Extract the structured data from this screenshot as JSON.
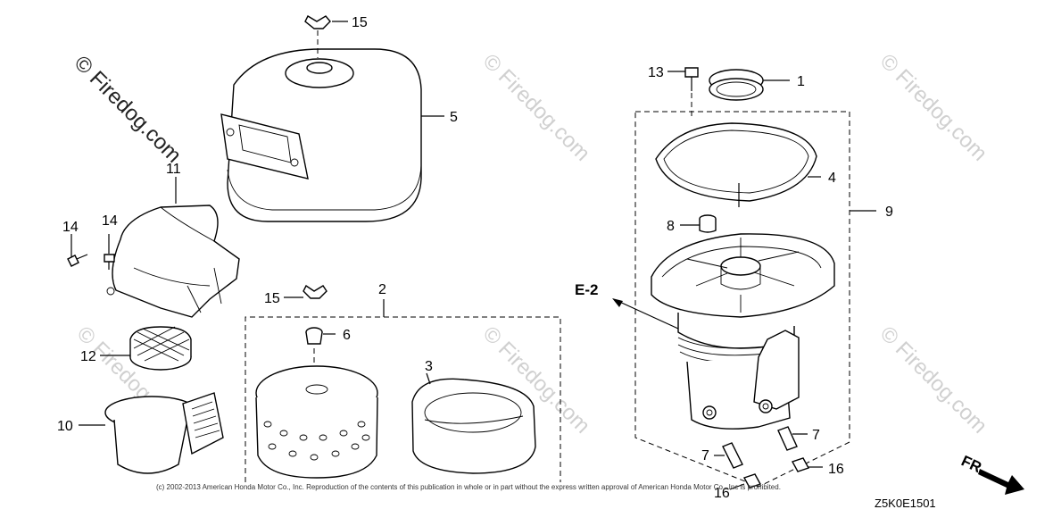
{
  "watermarks": {
    "main": "© Firedog.com",
    "faint": "© Firedog.com"
  },
  "callouts": {
    "p1": "1",
    "p2": "2",
    "p3": "3",
    "p4": "4",
    "p5": "5",
    "p6": "6",
    "p7a": "7",
    "p7b": "7",
    "p8": "8",
    "p9": "9",
    "p10": "10",
    "p11": "11",
    "p12": "12",
    "p13": "13",
    "p14a": "14",
    "p14b": "14",
    "p15a": "15",
    "p15b": "15",
    "p16a": "16",
    "p16b": "16"
  },
  "reference": "E-2",
  "direction_label": "FR.",
  "copyright": "(c) 2002-2013 American Honda Motor Co., Inc. Reproduction of the contents of this publication in whole or in part without the express written approval of American Honda Motor Co., Inc is prohibited.",
  "diagram_code": "Z5K0E1501"
}
